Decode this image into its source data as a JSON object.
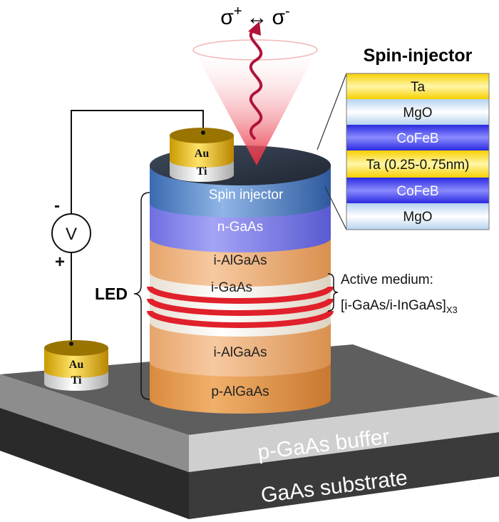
{
  "light": {
    "polarization_label": "σ+ ↔ σ-",
    "sigma": "σ",
    "plus": "+",
    "arrow": "↔",
    "minus": "-"
  },
  "spin_injector_panel": {
    "title": "Spin-injector",
    "layers": [
      {
        "label": "Ta",
        "color": "#f2c300"
      },
      {
        "label": "MgO",
        "color": "#c9ddf2"
      },
      {
        "label": "CoFeB",
        "color": "#1b1bd0"
      },
      {
        "label": "Ta (0.25-0.75nm)",
        "color": "#f2c300"
      },
      {
        "label": "CoFeB",
        "color": "#1b1bd0"
      },
      {
        "label": "MgO",
        "color": "#c9ddf2"
      }
    ]
  },
  "pillar": {
    "spin_injector": "Spin injector",
    "n_gaas": "n-GaAs",
    "i_algaas_top": "i-AlGaAs",
    "i_gaas": "i-GaAs",
    "i_algaas_bottom": "i-AlGaAs",
    "p_algaas": "p-AlGaAs"
  },
  "active_medium": {
    "line1": "Active medium:",
    "line2": "[i-GaAs/i-InGaAs]",
    "subscript": "X3"
  },
  "led_label": "LED",
  "contacts": {
    "top": {
      "metal": "Au",
      "adhesion": "Ti"
    },
    "bottom": {
      "metal": "Au",
      "adhesion": "Ti"
    }
  },
  "voltmeter": {
    "symbol": "V",
    "minus": "-",
    "plus": "+"
  },
  "substrate": {
    "buffer": "p-GaAs buffer",
    "substrate": "GaAs substrate"
  },
  "colors": {
    "gold": "#f2c300",
    "cobalt": "#1b1bd0",
    "mgo": "#c9ddf2",
    "laser": "#e0202a"
  }
}
